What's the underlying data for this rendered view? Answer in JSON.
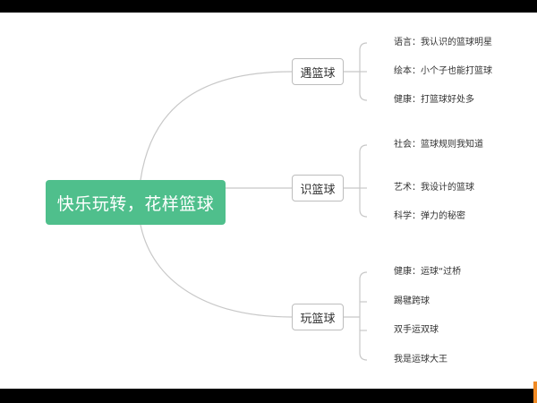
{
  "root": {
    "label": "快乐玩转，花样篮球"
  },
  "branches": [
    {
      "label": "遇篮球",
      "children": [
        "语言：我认识的篮球明星",
        "绘本：小个子也能打篮球",
        "健康：打篮球好处多"
      ]
    },
    {
      "label": "识篮球",
      "children": [
        "社会：篮球规则我知道",
        "艺术：我设计的篮球",
        "科学：弹力的秘密"
      ]
    },
    {
      "label": "玩篮球",
      "children": [
        "健康：运球“过桥",
        "踢毽跨球",
        "双手运双球",
        "我是运球大王"
      ]
    }
  ],
  "colors": {
    "root_fill": "#4fbf8c",
    "line": "#c8c8c8",
    "border": "#bdbdbd"
  }
}
